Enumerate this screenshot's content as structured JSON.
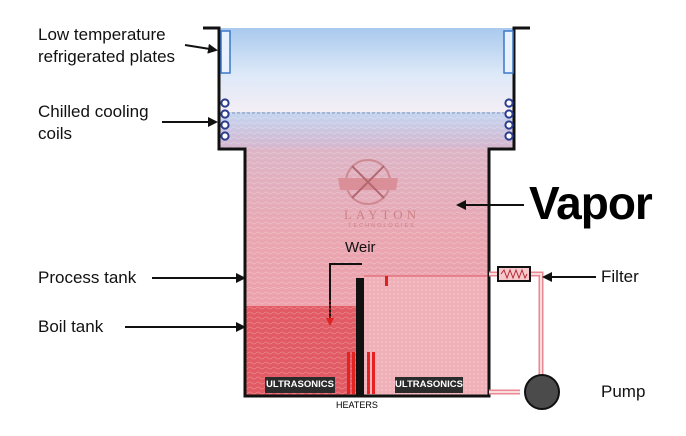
{
  "labels": {
    "low_temp_plates": "Low temperature\nrefrigerated plates",
    "chilled_coils": "Chilled cooling\ncoils",
    "vapor": "Vapor",
    "weir": "Weir",
    "process_tank": "Process tank",
    "boil_tank": "Boil tank",
    "filter": "Filter",
    "pump": "Pump",
    "ultrasonics_left": "ULTRASONICS",
    "ultrasonics_right": "ULTRASONICS",
    "heaters": "HEATERS"
  },
  "logo": {
    "name": "LAYTON",
    "tagline": "TECHNOLOGIES"
  },
  "colors": {
    "outline": "#111111",
    "cold_blue": "#9fc3ea",
    "vapor_pink": "#e9a3ad",
    "boil_liquid": "#e25a63",
    "process_liquid": "#f2b6bd",
    "heater_red": "#e52222",
    "pipe": "#e88a92",
    "coil": "#2c3d8f"
  }
}
